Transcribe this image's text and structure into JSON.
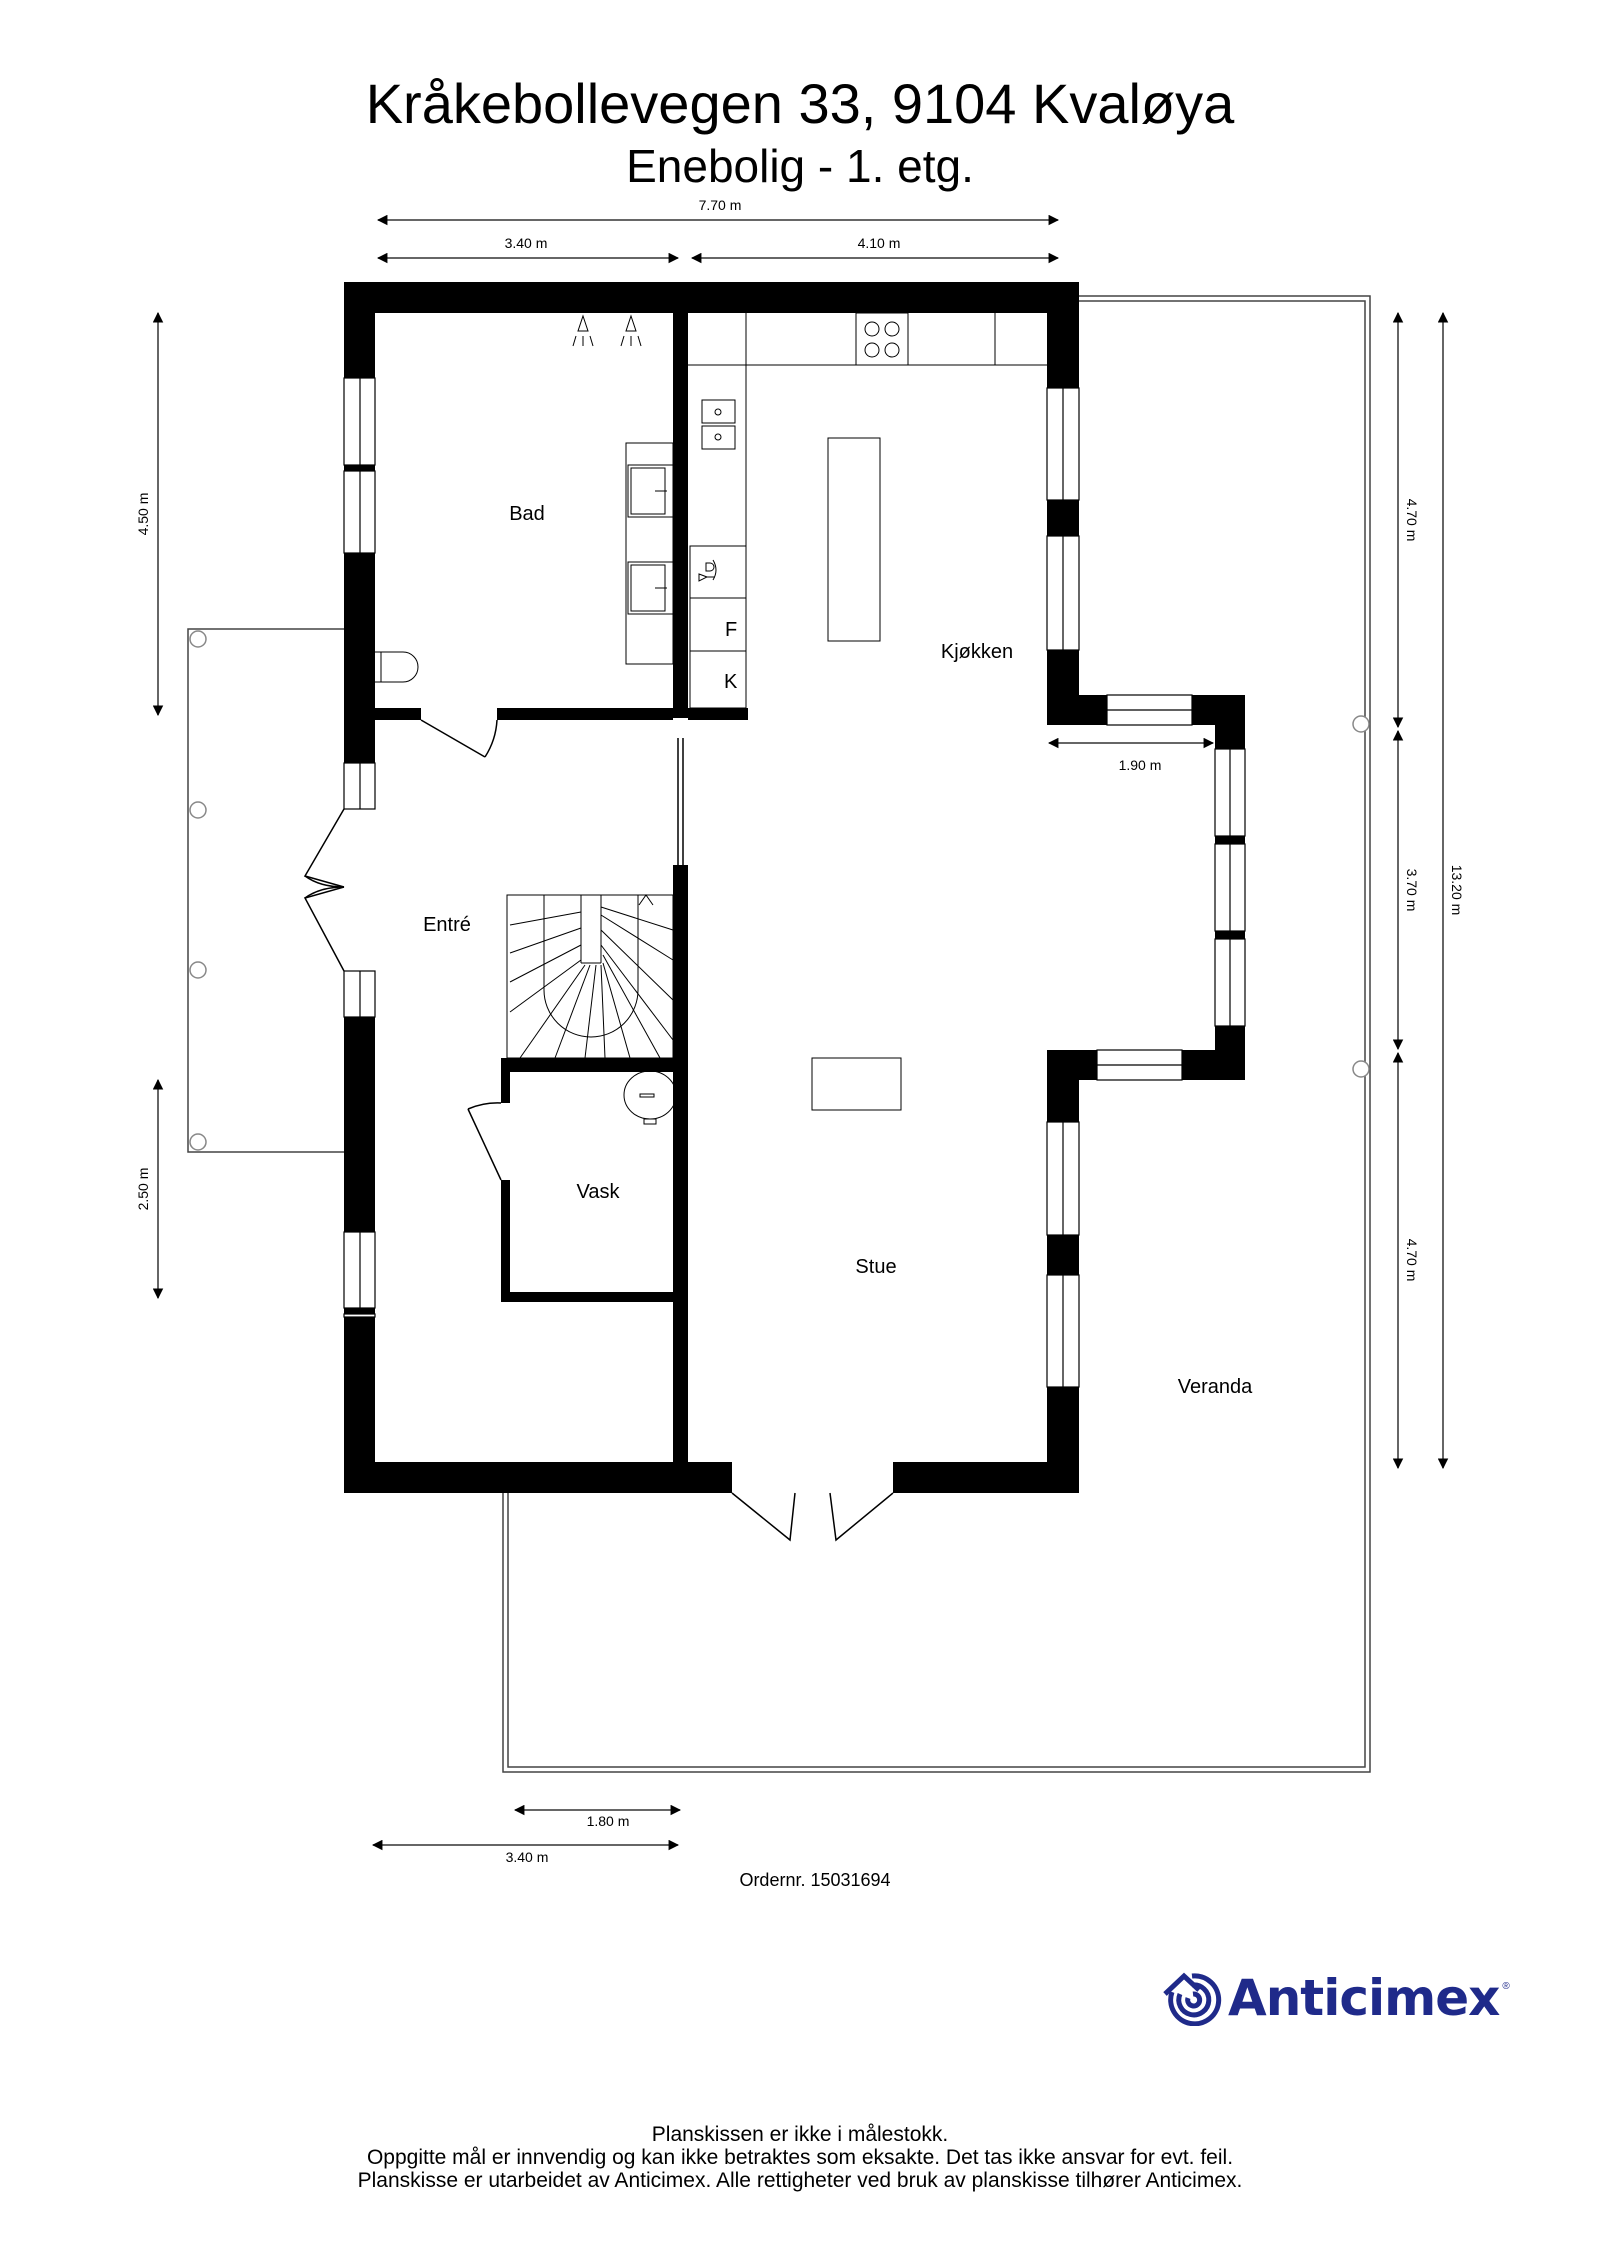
{
  "header": {
    "address": "Kråkebollevegen 33, 9104 Kvaløya",
    "subtitle": "Enebolig  - 1. etg."
  },
  "rooms": {
    "bad": "Bad",
    "kjokken": "Kjøkken",
    "entre": "Entré",
    "vask": "Vask",
    "stue": "Stue",
    "veranda": "Veranda"
  },
  "appliances": {
    "fridge": "F",
    "freezer": "K"
  },
  "dimensions": {
    "top_total": "7.70 m",
    "top_left": "3.40 m",
    "top_right": "4.10 m",
    "left_upper": "4.50 m",
    "left_lower": "2.50 m",
    "right_upper": "4.70 m",
    "right_middle": "3.70 m",
    "right_lower": "4.70 m",
    "right_total": "13.20 m",
    "bay_depth": "1.90 m",
    "bottom_short": "1.80 m",
    "bottom_long": "3.40 m"
  },
  "order": {
    "label": "Ordernr. 15031694"
  },
  "logo": {
    "name": "Anticimex",
    "registered": "®",
    "color": "#1f2a8a"
  },
  "footer": {
    "line1": "Planskissen er ikke i målestokk.",
    "line2": "Oppgitte mål er innvendig og kan ikke betraktes som eksakte. Det tas ikke ansvar for evt. feil.",
    "line3": "Planskisse er utarbeidet av Anticimex. Alle rettigheter ved bruk av planskisse tilhører Anticimex."
  }
}
